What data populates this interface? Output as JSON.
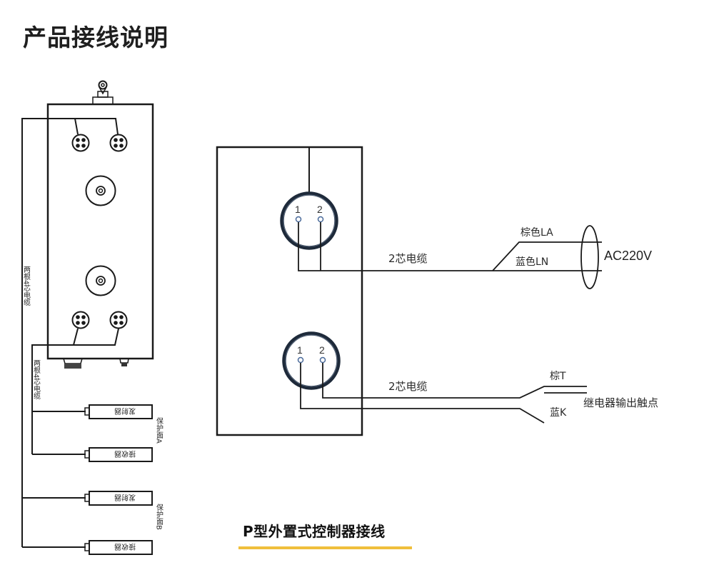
{
  "page": {
    "title": "产品接线说明"
  },
  "left_diagram": {
    "cable_label_main": "两根4芯电缆",
    "cable_label_branch": "两根4芯电缆",
    "sensor_groups": [
      {
        "label": "保护面A",
        "sensors": [
          {
            "label": "发射器",
            "role": "transmitter"
          },
          {
            "label": "接收器",
            "role": "receiver"
          }
        ]
      },
      {
        "label": "保护面B",
        "sensors": [
          {
            "label": "发射器",
            "role": "transmitter"
          },
          {
            "label": "接收器",
            "role": "receiver"
          }
        ]
      }
    ],
    "connectors": {
      "four_pin_count": 4,
      "round_ports": 2
    }
  },
  "right_diagram": {
    "top_connector": {
      "pins": [
        "1",
        "2"
      ],
      "cable_label": "2芯电缆",
      "wires": [
        {
          "label": "棕色LA",
          "color_name": "brown"
        },
        {
          "label": "蓝色LN",
          "color_name": "blue"
        }
      ],
      "supply_label": "AC220V"
    },
    "bottom_connector": {
      "pins": [
        "1",
        "2"
      ],
      "cable_label": "2芯电缆",
      "wires": [
        {
          "label": "棕T",
          "color_name": "brown"
        },
        {
          "label": "蓝K",
          "color_name": "blue"
        }
      ],
      "relay_label": "继电器输出触点"
    }
  },
  "caption": {
    "text": "P型外置式控制器接线",
    "underline_color": "#f0bf3c"
  },
  "colors": {
    "line": "#1a1a1a",
    "connector_ring": "#1e2a3a",
    "pin_ring": "#5577aa"
  }
}
